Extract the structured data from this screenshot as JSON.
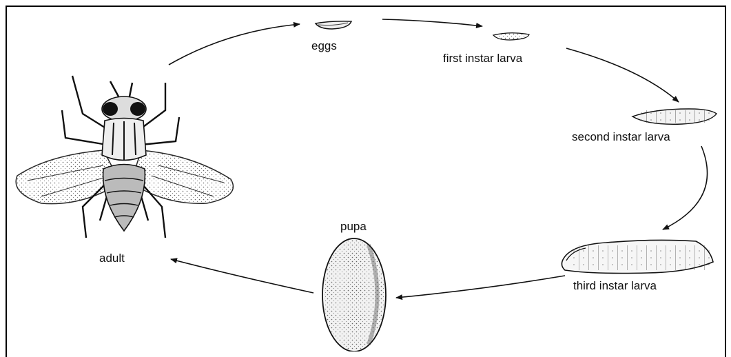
{
  "diagram": {
    "stages": {
      "eggs": "eggs",
      "first_instar": "first instar larva",
      "second_instar": "second instar larva",
      "third_instar": "third instar larva",
      "pupa": "pupa",
      "adult": "adult"
    },
    "colors": {
      "ink": "#111111",
      "background": "#ffffff"
    }
  }
}
